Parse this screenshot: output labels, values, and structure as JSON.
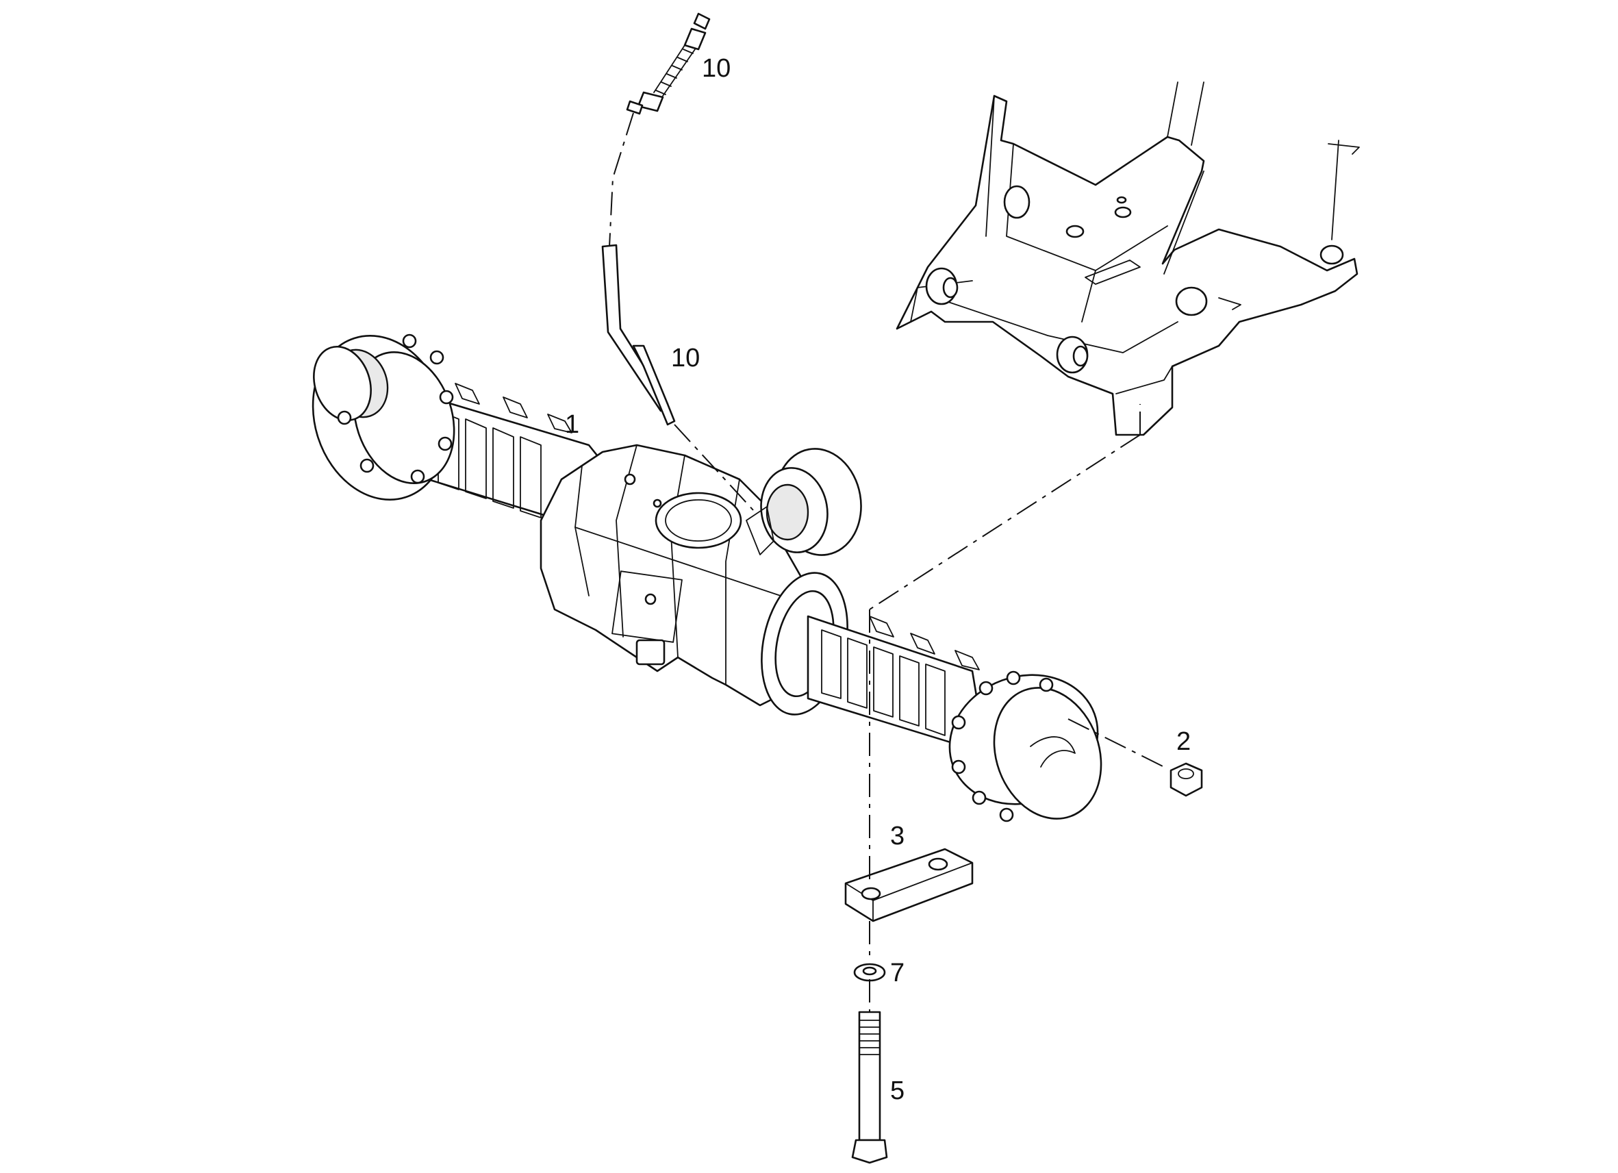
{
  "callouts": {
    "c10_hose_fitting": "10",
    "c10_hose": "10",
    "c1_axle": "1",
    "c2_nut": "2",
    "c3_plate": "3",
    "c7_washer": "7",
    "c5_bolt": "5"
  }
}
